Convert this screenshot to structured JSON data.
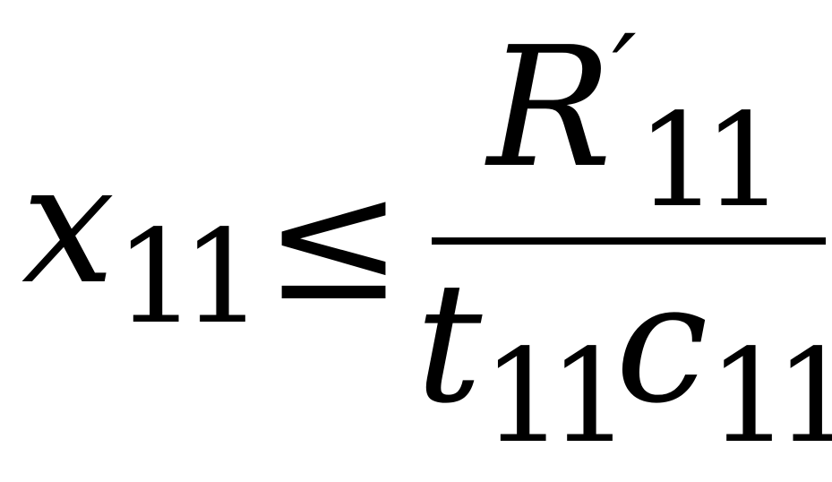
{
  "formula": {
    "lhs": {
      "var": "x",
      "sub": "11"
    },
    "relation": "≤",
    "numerator": {
      "var": "R",
      "prime": "′",
      "sub": "11"
    },
    "denominator": [
      {
        "var": "t",
        "sub": "11"
      },
      {
        "var": "c",
        "sub": "11"
      }
    ]
  }
}
